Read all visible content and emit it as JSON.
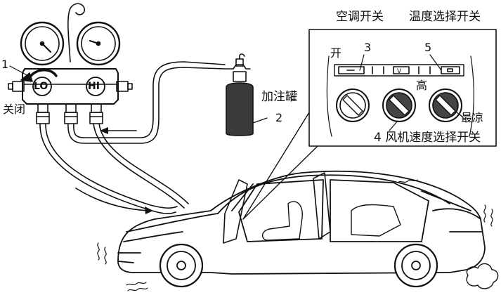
{
  "labels": {
    "callout_1": "1",
    "close": "关闭",
    "gauge_lo": "LO",
    "gauge_hi": "HI",
    "callout_2": "2",
    "charging_can": "加注罐",
    "ac_switch": "空调开关",
    "temp_switch": "温度选择开关",
    "on": "开",
    "callout_3": "3",
    "callout_5": "5",
    "high": "高",
    "coldest": "最凉",
    "fan_speed_switch": "4 风机速度选择开关"
  },
  "colors": {
    "line": "#111111",
    "can_fill": "#3a3a3a",
    "background": "#ffffff"
  }
}
